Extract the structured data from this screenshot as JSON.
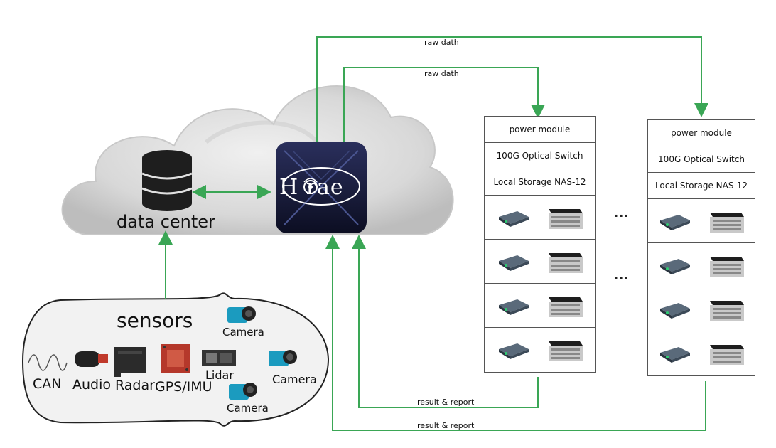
{
  "data_center": {
    "label": "data center"
  },
  "horae": {
    "logo_text": "H rae"
  },
  "sensors": {
    "title": "sensors",
    "items": {
      "can": "CAN",
      "audio": "Audio",
      "radar": "Radar",
      "gps_imu": "GPS/IMU",
      "lidar": "Lidar",
      "camera_top": "Camera",
      "camera_right": "Camera",
      "camera_bottom": "Camera"
    }
  },
  "flows": {
    "raw_data_1": "raw dath",
    "raw_data_2": "raw dath",
    "result_1": "result & report",
    "result_2": "result & report"
  },
  "racks": [
    {
      "power": "power module",
      "switch": "100G Optical Switch",
      "storage": "Local Storage NAS-12",
      "device_rows": 4
    },
    {
      "power": "power module",
      "switch": "100G Optical Switch",
      "storage": "Local Storage NAS-12",
      "device_rows": 4
    }
  ],
  "ellipsis": {
    "top": "...",
    "bottom": "..."
  },
  "colors": {
    "arrow": "#3aa655",
    "cloud": "#d9d9d9",
    "horae_bg": "#1a1d3a"
  }
}
